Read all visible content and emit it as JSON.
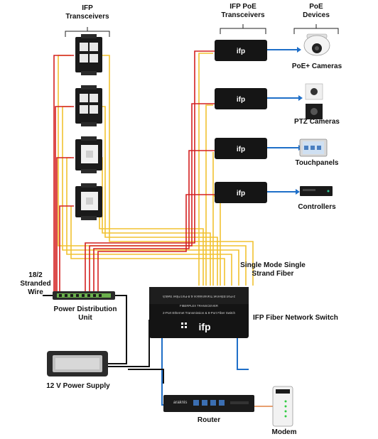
{
  "labels": {
    "ifp_transceivers": [
      "IFP",
      "Transceivers"
    ],
    "ifp_poe_transceivers": [
      "IFP PoE",
      "Transceivers"
    ],
    "poe_devices": [
      "PoE",
      "Devices"
    ],
    "poe_cameras": "PoE+ Cameras",
    "ptz_cameras": "PTZ Cameras",
    "touchpanels": "Touchpanels",
    "controllers": "Controllers",
    "single_mode_fiber": [
      "Single Mode Single",
      "Strand Fiber"
    ],
    "stranded_wire": [
      "18/2",
      "Stranded",
      "Wire"
    ],
    "power_distribution_unit": [
      "Power Distribution",
      "Unit"
    ],
    "fiber_network_switch": "IFP Fiber Network Switch",
    "power_supply": "12 V Power Supply",
    "router": "Router",
    "modem": "Modem"
  },
  "devices": {
    "poe_brand": "ifp",
    "switch_brand": "ifp",
    "switch_text_top": "FIBERPLEX TRANSCEIVER",
    "switch_text_main": "2-Port Ethernet Transmission & 8-Port Fiber Switch",
    "switch_text_mirror": "2-Port Ethernet Transmission & 8-Port Fiber Switch",
    "router_brand": "araknis"
  },
  "colors": {
    "fiber": "#f2c230",
    "power": "#d32020",
    "ethernet": "#1f6fc8",
    "dc_cable": "#111111",
    "coax": "#e8a070"
  }
}
